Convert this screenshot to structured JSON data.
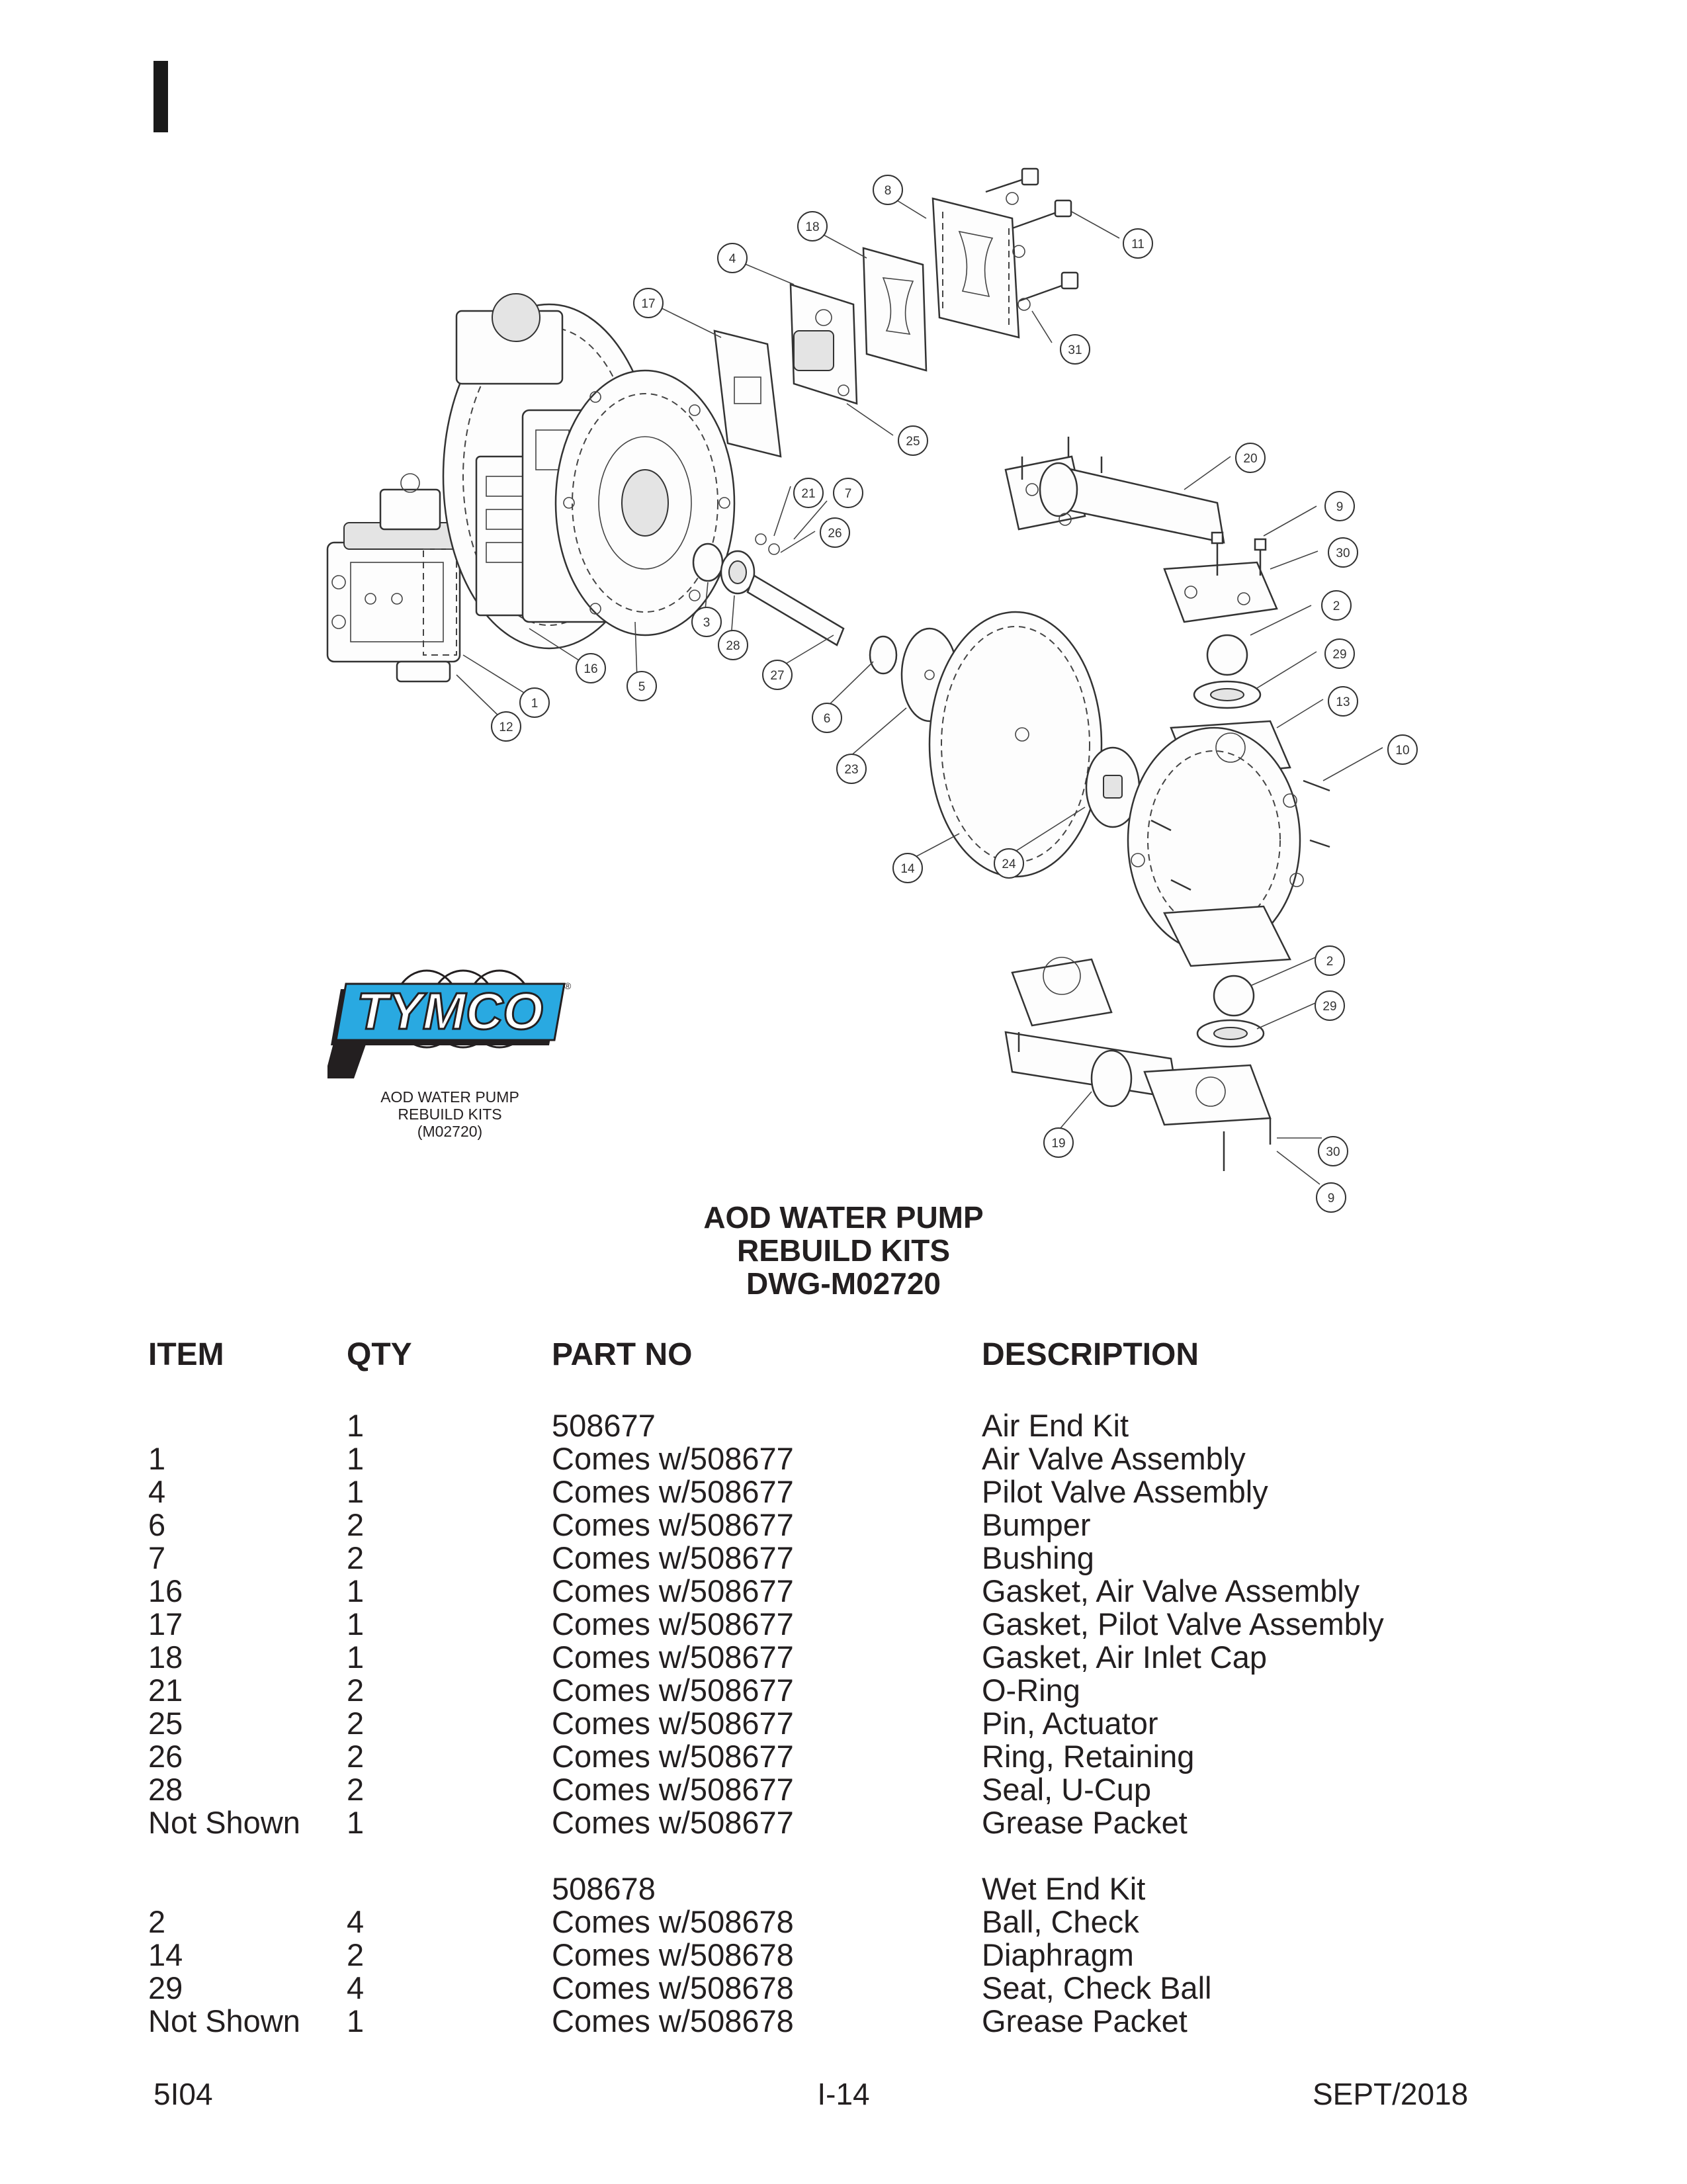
{
  "page": {
    "footer_left": "5I04",
    "footer_center": "I-14",
    "footer_right": "SEPT/2018"
  },
  "logo": {
    "brand": "TYMCO",
    "caption": [
      "AOD WATER PUMP",
      "REBUILD KITS",
      "(M02720)"
    ],
    "color": "#29a9e1"
  },
  "title": [
    "AOD WATER PUMP",
    "REBUILD KITS",
    "DWG-M02720"
  ],
  "diagram": {
    "callouts": [
      "8",
      "18",
      "4",
      "17",
      "11",
      "31",
      "25",
      "20",
      "21",
      "7",
      "26",
      "9",
      "30",
      "2",
      "29",
      "13",
      "10",
      "3",
      "28",
      "27",
      "16",
      "5",
      "1",
      "12",
      "6",
      "23",
      "14",
      "24",
      "19"
    ]
  },
  "table": {
    "headers": [
      "ITEM",
      "QTY",
      "PART NO",
      "DESCRIPTION"
    ],
    "rows": [
      {
        "item": "",
        "qty": "1",
        "part": "508677",
        "desc": "Air End Kit"
      },
      {
        "item": "1",
        "qty": "1",
        "part": "Comes w/508677",
        "desc": "Air Valve Assembly"
      },
      {
        "item": "4",
        "qty": "1",
        "part": "Comes w/508677",
        "desc": "Pilot Valve Assembly"
      },
      {
        "item": "6",
        "qty": "2",
        "part": "Comes w/508677",
        "desc": "Bumper"
      },
      {
        "item": "7",
        "qty": "2",
        "part": "Comes w/508677",
        "desc": "Bushing"
      },
      {
        "item": "16",
        "qty": "1",
        "part": "Comes w/508677",
        "desc": "Gasket, Air Valve Assembly"
      },
      {
        "item": "17",
        "qty": "1",
        "part": "Comes w/508677",
        "desc": "Gasket, Pilot Valve Assembly"
      },
      {
        "item": "18",
        "qty": "1",
        "part": "Comes w/508677",
        "desc": "Gasket, Air Inlet Cap"
      },
      {
        "item": "21",
        "qty": "2",
        "part": "Comes w/508677",
        "desc": "O-Ring"
      },
      {
        "item": "25",
        "qty": "2",
        "part": "Comes w/508677",
        "desc": "Pin, Actuator"
      },
      {
        "item": "26",
        "qty": "2",
        "part": "Comes w/508677",
        "desc": "Ring, Retaining"
      },
      {
        "item": "28",
        "qty": "2",
        "part": "Comes w/508677",
        "desc": "Seal, U-Cup"
      },
      {
        "item": "Not Shown",
        "qty": "1",
        "part": "Comes w/508677",
        "desc": "Grease Packet"
      },
      {
        "item": "",
        "qty": "",
        "part": "508678",
        "desc": "Wet End Kit"
      },
      {
        "item": "2",
        "qty": "4",
        "part": "Comes w/508678",
        "desc": "Ball, Check"
      },
      {
        "item": "14",
        "qty": "2",
        "part": "Comes w/508678",
        "desc": "Diaphragm"
      },
      {
        "item": "29",
        "qty": "4",
        "part": "Comes w/508678",
        "desc": "Seat, Check Ball"
      },
      {
        "item": "Not Shown",
        "qty": "1",
        "part": "Comes w/508678",
        "desc": "Grease Packet"
      }
    ]
  }
}
